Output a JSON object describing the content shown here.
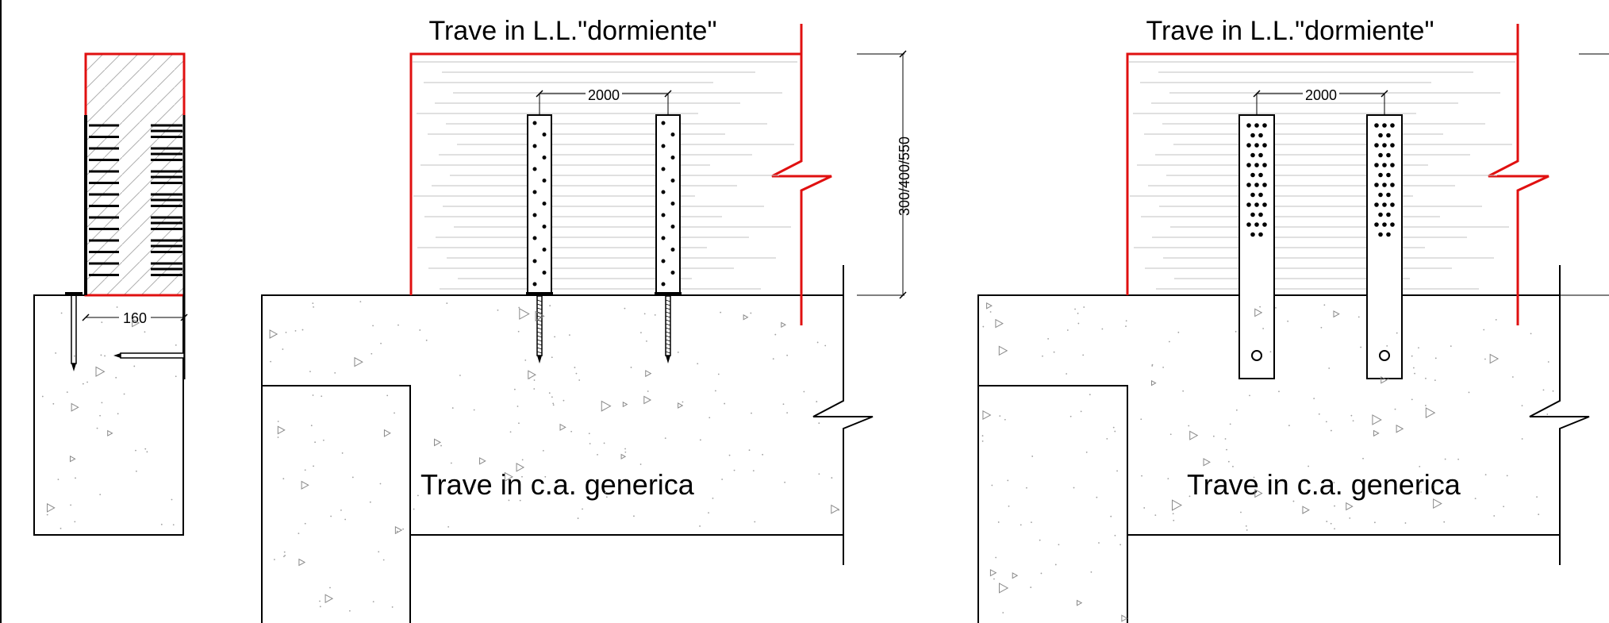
{
  "colors": {
    "timber_outline": "#e01010",
    "line": "#000000",
    "grain": "#b8b8b8",
    "concrete_speck": "#9a9a9a"
  },
  "left_view": {
    "title": "Trave in L.L.\"dormiente\"",
    "spacing_label": "2000",
    "height_label": "300/400/550",
    "concrete_label": "Trave in c.a. generica"
  },
  "right_view": {
    "title": "Trave in L.L.\"dormiente\"",
    "spacing_label": "2000",
    "concrete_label": "Trave in c.a. generica"
  },
  "section": {
    "width_label": "160"
  }
}
